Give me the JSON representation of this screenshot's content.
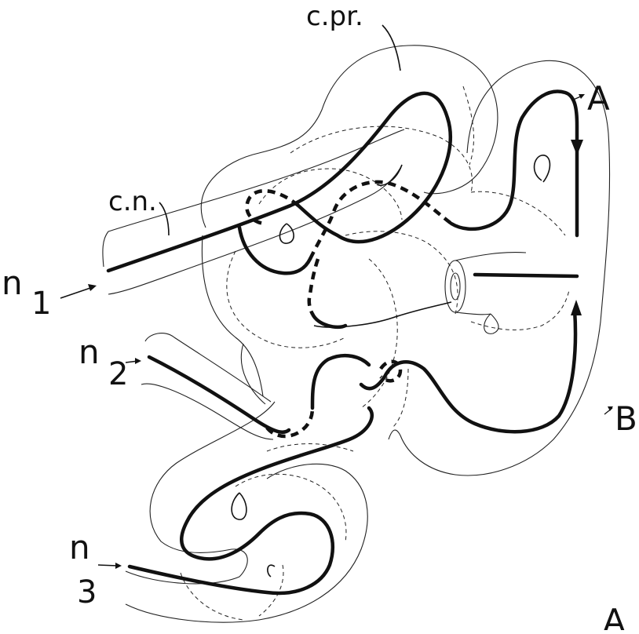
{
  "diagram": {
    "labels": {
      "c_pr": "c.pr.",
      "c_n": "c.n.",
      "a": "A",
      "b": "B",
      "n1_letter": "n",
      "n1_sub": "1",
      "n2_letter": "n",
      "n2_sub": "2",
      "n3_letter": "n",
      "n3_sub": "3",
      "corner_a": "A"
    },
    "colors": {
      "ink": "#111111",
      "paper": "#ffffff"
    }
  }
}
